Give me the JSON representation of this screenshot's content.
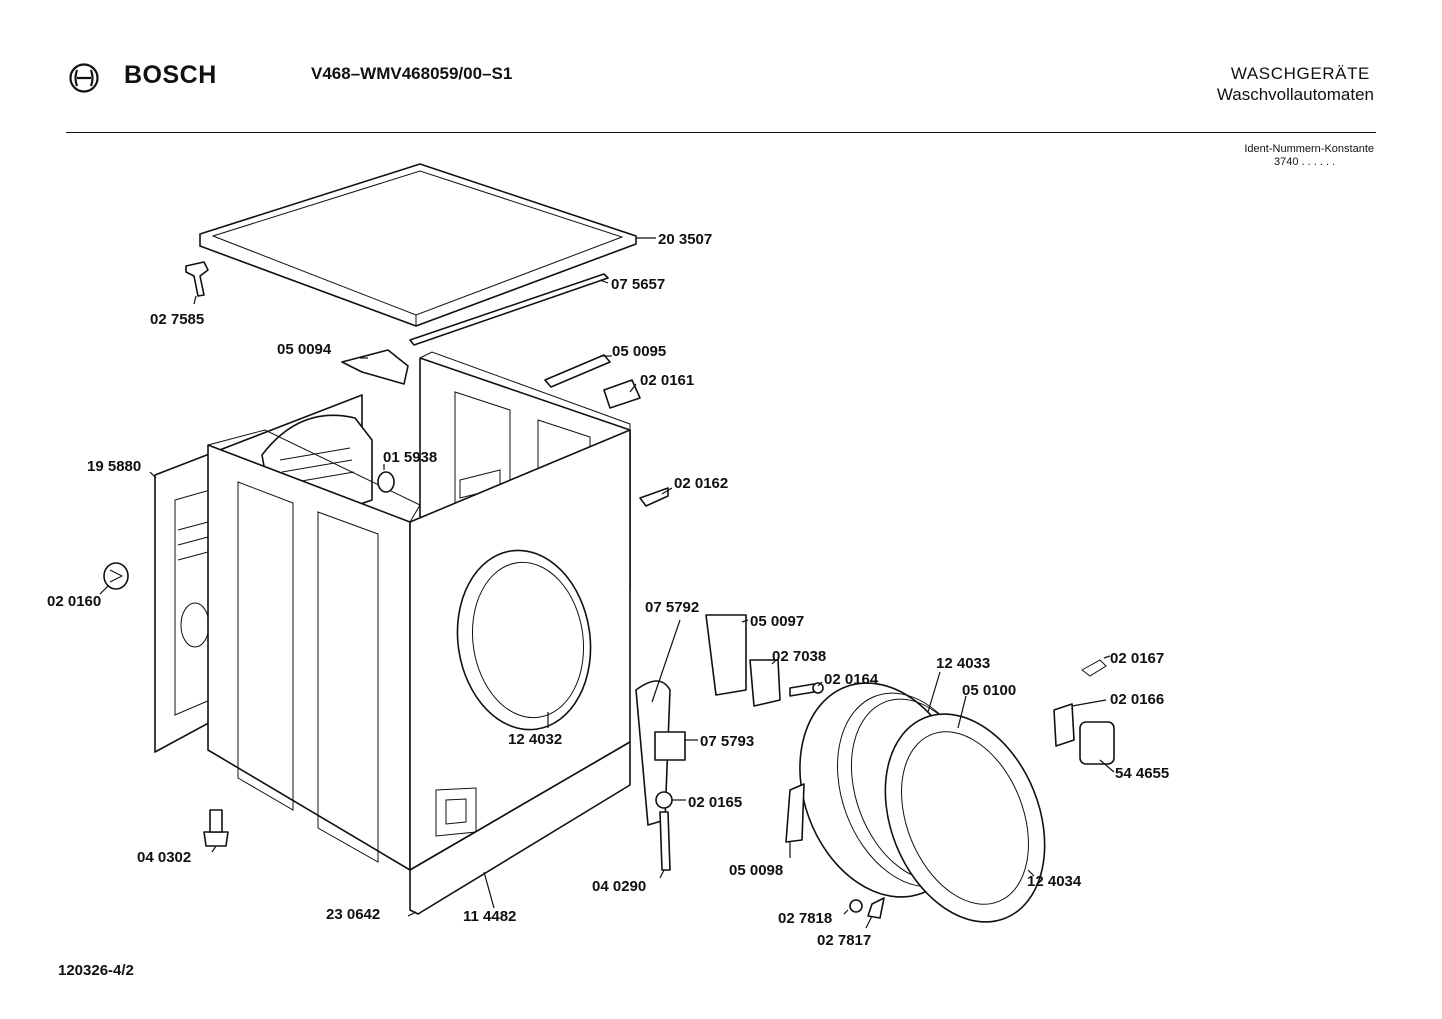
{
  "header": {
    "brand": "BOSCH",
    "model": "V468–WMV468059/00–S1",
    "category": "WASCHGERÄTE",
    "subcategory": "Waschvollautomaten",
    "ident_label": "Ident-Nummern-Konstante",
    "ident_value": "3740  . .   . . . ."
  },
  "footer": {
    "doc_number": "120326-4/2"
  },
  "icons": {
    "logo": "bosch-armature-logo-icon"
  },
  "parts": [
    {
      "id": "20 3507"
    },
    {
      "id": "07 5657"
    },
    {
      "id": "02 7585"
    },
    {
      "id": "05 0094"
    },
    {
      "id": "05 0095"
    },
    {
      "id": "02 0161"
    },
    {
      "id": "19 5880"
    },
    {
      "id": "01 5938"
    },
    {
      "id": "02 0162"
    },
    {
      "id": "02 0160"
    },
    {
      "id": "07 5792"
    },
    {
      "id": "05 0097"
    },
    {
      "id": "02 7038"
    },
    {
      "id": "02 0164"
    },
    {
      "id": "12 4033"
    },
    {
      "id": "02 0167"
    },
    {
      "id": "05 0100"
    },
    {
      "id": "02 0166"
    },
    {
      "id": "54 4655"
    },
    {
      "id": "12 4032"
    },
    {
      "id": "07 5793"
    },
    {
      "id": "02 0165"
    },
    {
      "id": "04 0302"
    },
    {
      "id": "05 0098"
    },
    {
      "id": "12 4034"
    },
    {
      "id": "04 0290"
    },
    {
      "id": "23 0642"
    },
    {
      "id": "11 4482"
    },
    {
      "id": "02 7818"
    },
    {
      "id": "02 7817"
    }
  ]
}
